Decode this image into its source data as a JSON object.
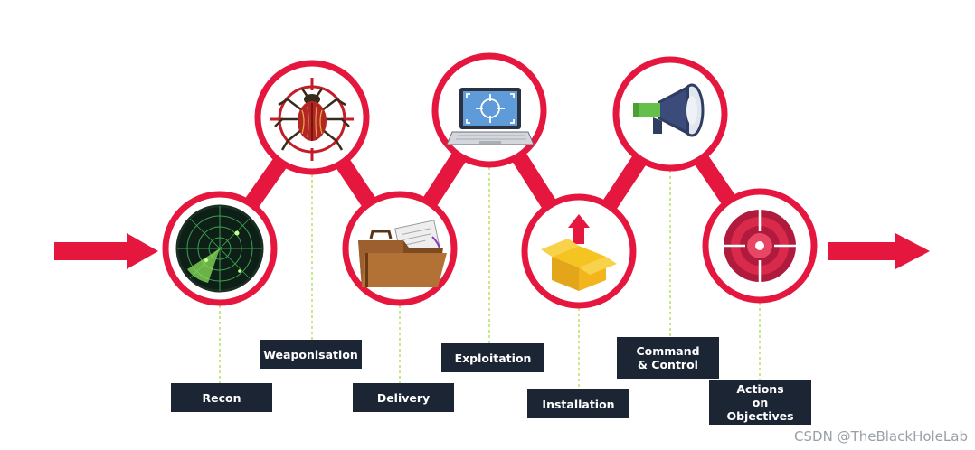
{
  "colors": {
    "accent": "#e5173f",
    "label_bg": "#1c2533",
    "label_text": "#ffffff",
    "connector": "#a6d93b"
  },
  "stages": [
    {
      "id": "recon",
      "label": "Recon",
      "icon": "radar-icon"
    },
    {
      "id": "weaponisation",
      "label": "Weaponisation",
      "icon": "bug-target-icon"
    },
    {
      "id": "delivery",
      "label": "Delivery",
      "icon": "briefcase-icon"
    },
    {
      "id": "exploitation",
      "label": "Exploitation",
      "icon": "laptop-target-icon"
    },
    {
      "id": "installation",
      "label": "Installation",
      "icon": "box-upload-icon"
    },
    {
      "id": "command-control",
      "label": "Command & Control",
      "icon": "megaphone-icon"
    },
    {
      "id": "actions",
      "label": "Actions on Objectives",
      "icon": "target-icon"
    }
  ],
  "watermark": "CSDN @TheBlackHoleLab"
}
